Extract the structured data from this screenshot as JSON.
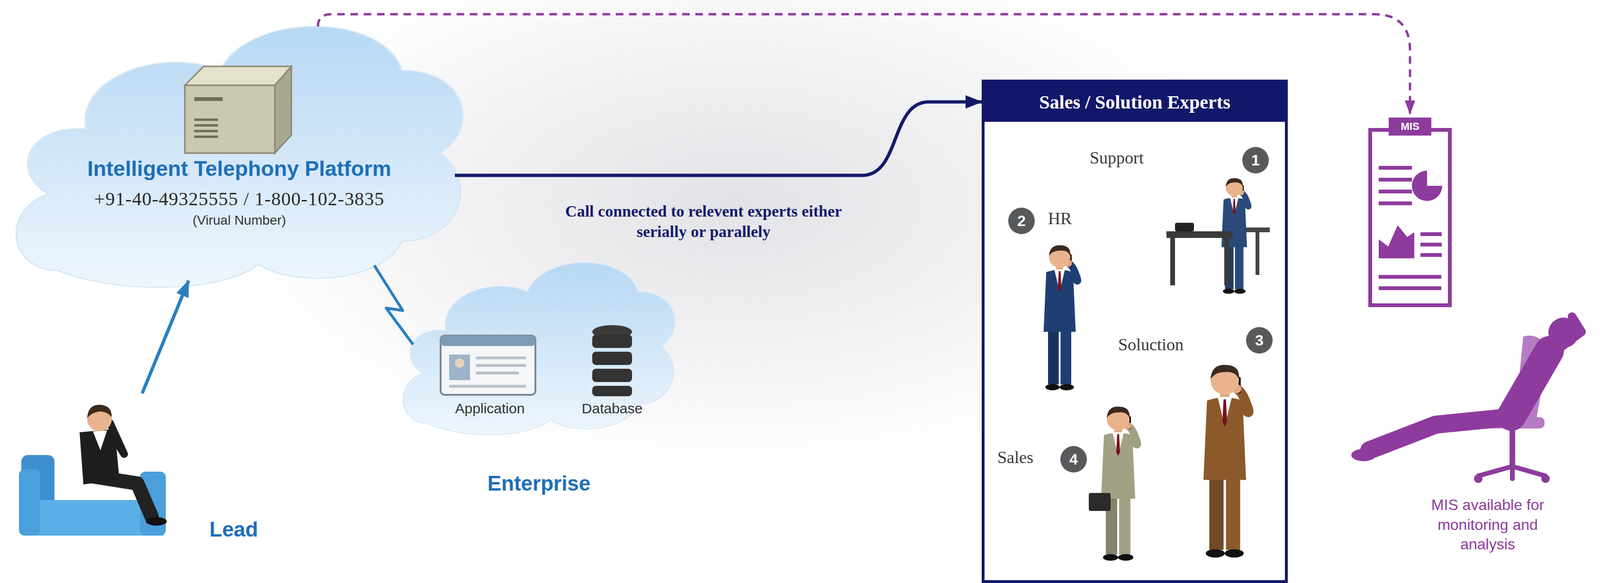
{
  "diagram": {
    "nodes": [
      {
        "text": [
          "Intelligent Telephony Platform",
          "+91-40-49325555 / 1-800-102-3835",
          "(Virual Number)"
        ]
      },
      {
        "text": [
          "Sales / Solution Experts"
        ]
      },
      {
        "text": [
          "MIS"
        ]
      },
      {
        "text": [
          "Enterprise"
        ]
      },
      {
        "text": [
          "Lead"
        ]
      }
    ],
    "edges": [
      {
        "from": 4,
        "to": 0,
        "arrow": "to"
      },
      {
        "from": 0,
        "to": 1,
        "label": "Call connected to relevent experts either serially or parallely",
        "arrow": "to"
      },
      {
        "from": 0,
        "to": 2,
        "arrow": "to"
      },
      {
        "from": 0,
        "to": 3,
        "arrow": "none"
      }
    ],
    "labels": [
      "Application",
      "Database",
      "Support",
      "1",
      "HR",
      "2",
      "Soluction",
      "3",
      "Sales",
      "4",
      "MIS available for monitoring and analysis"
    ]
  }
}
